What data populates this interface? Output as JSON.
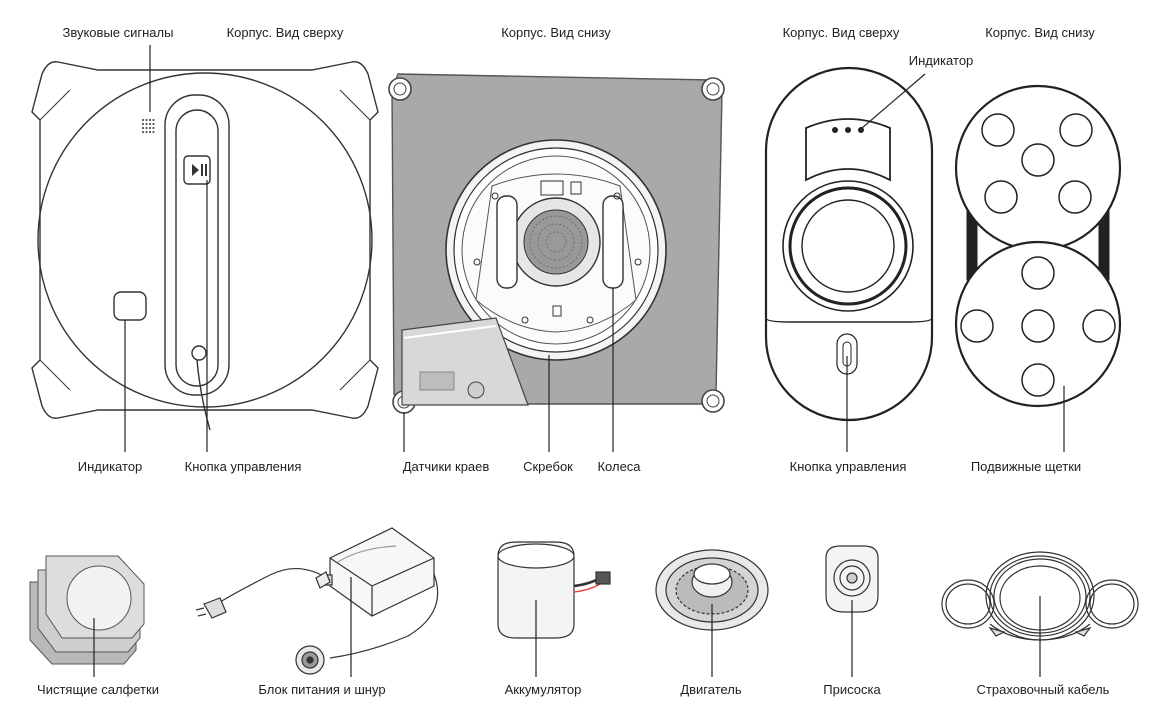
{
  "colors": {
    "line": "#222222",
    "device_gray": "#a9a9a9",
    "panel_gray": "#d8d8d8",
    "dark_gray": "#6a6a6a",
    "light_fill": "#f2f2f2"
  },
  "headings": {
    "robot_top": "Корпус. Вид сверху",
    "robot_bottom": "Корпус. Вид снизу",
    "round_top": "Корпус. Вид сверху",
    "round_bottom": "Корпус. Вид снизу"
  },
  "callouts": {
    "sound_signals": "Звуковые сигналы",
    "indicator_round": "Индикатор",
    "indicator_square": "Индикатор",
    "control_button_square": "Кнопка управления",
    "edge_sensors": "Датчики краев",
    "scraper": "Скребок",
    "wheels": "Колеса",
    "control_button_round": "Кнопка управления",
    "moving_brushes": "Подвижные щетки"
  },
  "accessories": [
    {
      "label": "Чистящие салфетки",
      "icon": "cleaning-pads-icon"
    },
    {
      "label": "Блок питания и шнур",
      "icon": "power-adapter-icon"
    },
    {
      "label": "Аккумулятор",
      "icon": "battery-icon"
    },
    {
      "label": "Двигатель",
      "icon": "motor-icon"
    },
    {
      "label": "Присоска",
      "icon": "suction-cup-icon"
    },
    {
      "label": "Страховочный кабель",
      "icon": "safety-cable-icon"
    }
  ]
}
